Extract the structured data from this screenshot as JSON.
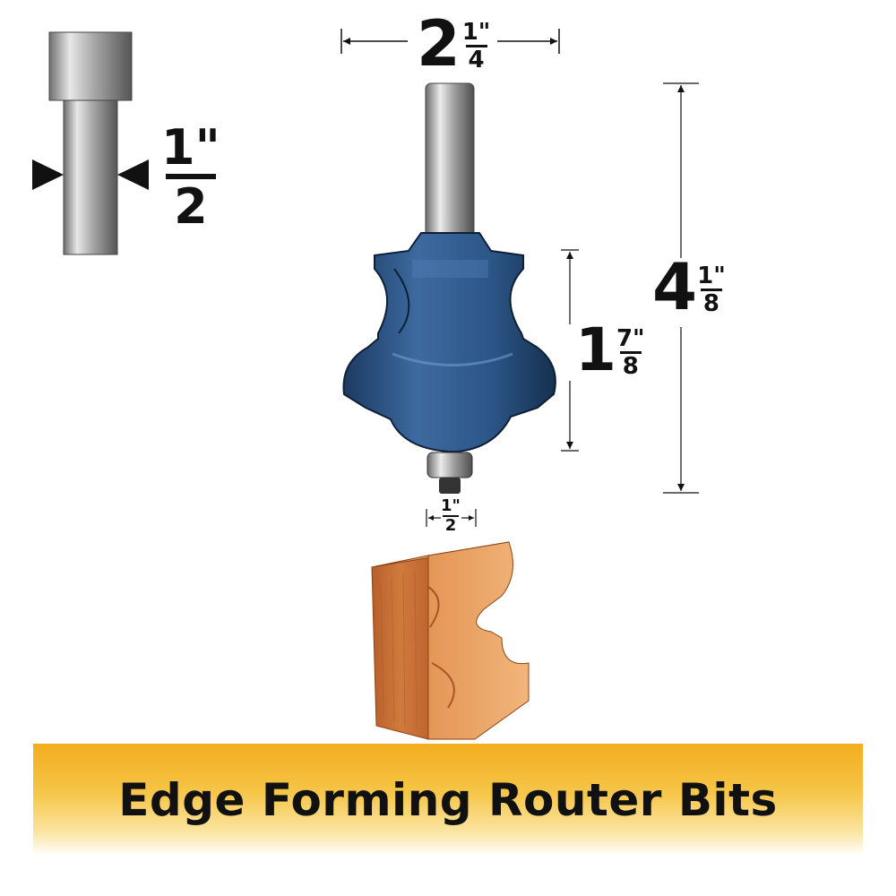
{
  "dimensions": {
    "width": {
      "whole": "2",
      "num": "1\"",
      "den": "4"
    },
    "shank": {
      "num": "1\"",
      "den": "2"
    },
    "overall_length": {
      "whole": "4",
      "num": "1\"",
      "den": "8"
    },
    "cut_height": {
      "whole": "1",
      "num": "7\"",
      "den": "8"
    },
    "bearing": {
      "num": "1\"",
      "den": "2"
    }
  },
  "banner": {
    "title": "Edge Forming Router Bits"
  },
  "colors": {
    "bit_blue": "#2f5a8c",
    "wood": "#c9733a",
    "banner_orange": "#f3ad1e"
  }
}
